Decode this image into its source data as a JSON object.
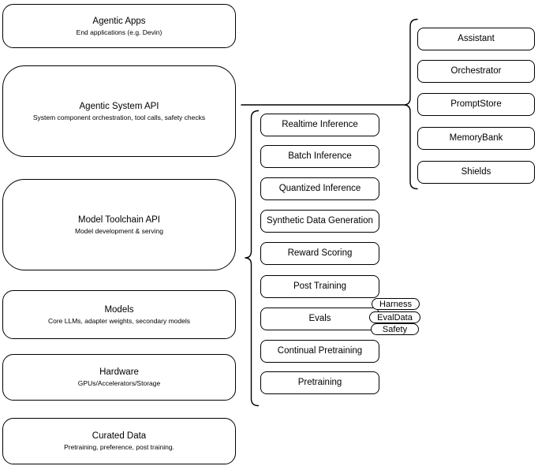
{
  "stack": {
    "nodes": [
      {
        "title": "Agentic Apps",
        "subtitle": "End applications (e.g. Devin)"
      },
      {
        "title": "Agentic System API",
        "subtitle": "System component orchestration, tool calls, safety checks"
      },
      {
        "title": "Model Toolchain API",
        "subtitle": "Model development & serving"
      },
      {
        "title": "Models",
        "subtitle": "Core LLMs, adapter weights, secondary models"
      },
      {
        "title": "Hardware",
        "subtitle": "GPUs/Accelerators/Storage"
      },
      {
        "title": "Curated Data",
        "subtitle": "Pretraining, preference, post training."
      }
    ]
  },
  "toolchain": {
    "items": [
      "Realtime Inference",
      "Batch Inference",
      "Quantized Inference",
      "Synthetic Data Generation",
      "Reward Scoring",
      "Post Training",
      "Evals",
      "Continual Pretraining",
      "Pretraining"
    ]
  },
  "evals_attachments": [
    "Harness",
    "EvalData",
    "Safety"
  ],
  "system_components": [
    "Assistant",
    "Orchestrator",
    "PromptStore",
    "MemoryBank",
    "Shields"
  ],
  "colors": {
    "stroke": "#000000",
    "fill": "#ffffff",
    "text": "#000000"
  }
}
